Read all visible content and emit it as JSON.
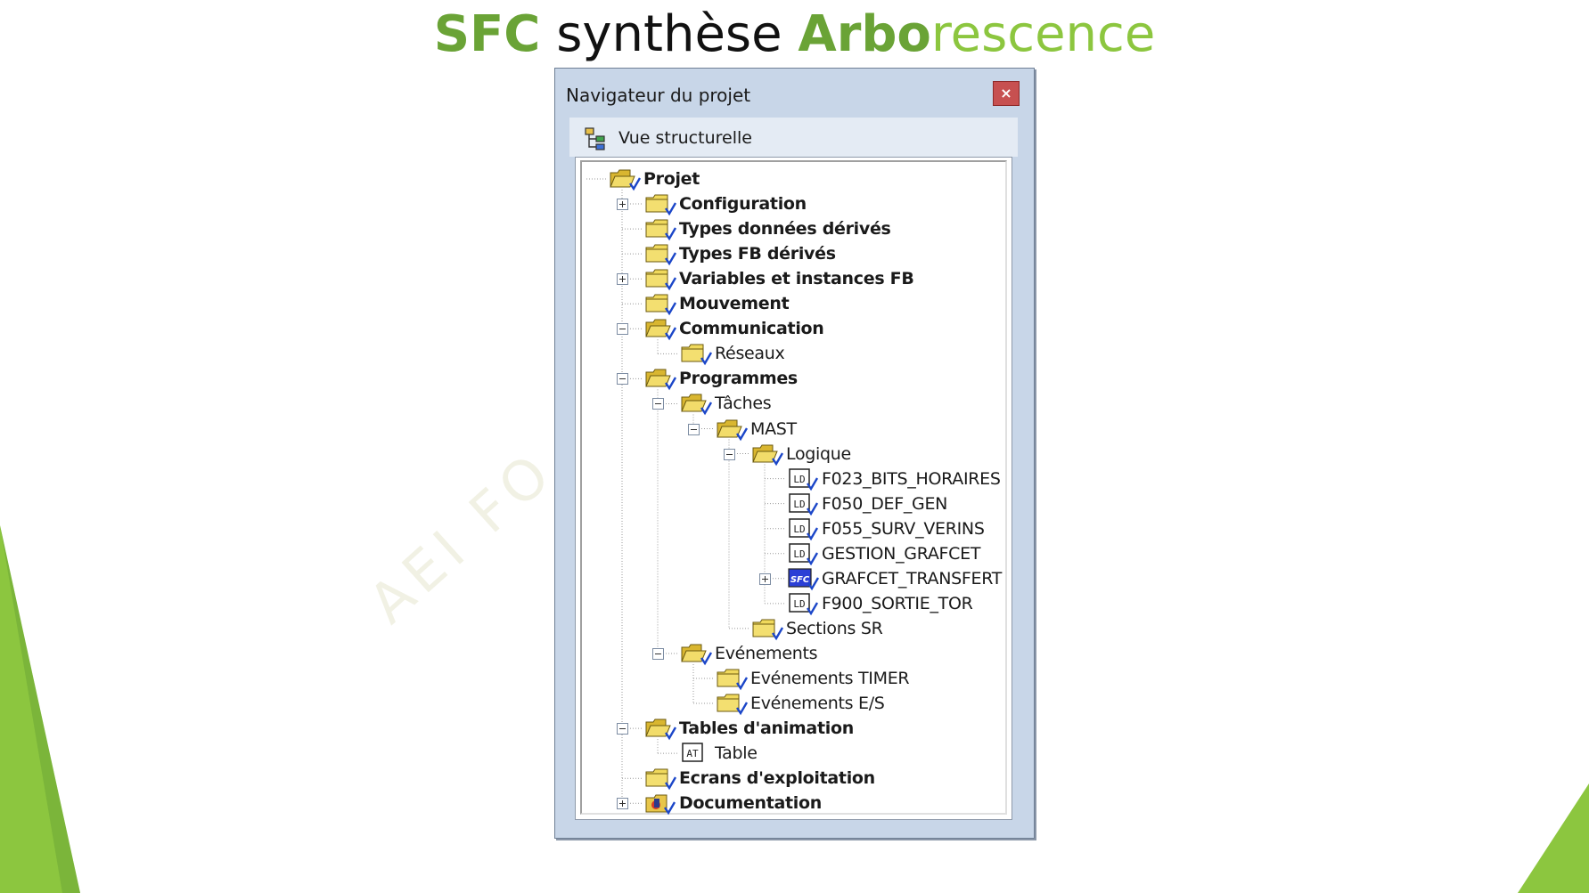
{
  "slide": {
    "title_part1": "SFC",
    "title_part2": " synthèse ",
    "title_part3": "Arbo",
    "title_part4": "rescence",
    "watermark": "AEI FO"
  },
  "window": {
    "title": "Navigateur du projet",
    "close_label": "×",
    "view_label": "Vue structurelle"
  },
  "tree": [
    {
      "label": "Projet",
      "bold": true,
      "icon": "folder-open-icon"
    },
    {
      "label": "Configuration",
      "bold": true,
      "icon": "folder-icon",
      "expander": "plus"
    },
    {
      "label": "Types données dérivés",
      "bold": true,
      "icon": "folder-icon"
    },
    {
      "label": "Types FB dérivés",
      "bold": true,
      "icon": "folder-icon"
    },
    {
      "label": "Variables et instances FB",
      "bold": true,
      "icon": "folder-icon",
      "expander": "plus"
    },
    {
      "label": "Mouvement",
      "bold": true,
      "icon": "folder-icon"
    },
    {
      "label": "Communication",
      "bold": true,
      "icon": "folder-open-icon",
      "expander": "minus"
    },
    {
      "label": "Réseaux",
      "bold": false,
      "icon": "folder-icon"
    },
    {
      "label": "Programmes",
      "bold": true,
      "icon": "folder-open-icon",
      "expander": "minus"
    },
    {
      "label": "Tâches",
      "bold": false,
      "icon": "folder-open-icon",
      "expander": "minus"
    },
    {
      "label": "MAST",
      "bold": false,
      "icon": "folder-open-icon",
      "expander": "minus"
    },
    {
      "label": "Logique",
      "bold": false,
      "icon": "folder-open-icon",
      "expander": "minus"
    },
    {
      "label": "F023_BITS_HORAIRES",
      "bold": false,
      "icon": "ld-section-icon"
    },
    {
      "label": "F050_DEF_GEN",
      "bold": false,
      "icon": "ld-section-icon"
    },
    {
      "label": "F055_SURV_VERINS",
      "bold": false,
      "icon": "ld-section-icon"
    },
    {
      "label": "GESTION_GRAFCET",
      "bold": false,
      "icon": "ld-section-icon"
    },
    {
      "label": "GRAFCET_TRANSFERT",
      "bold": false,
      "icon": "sfc-section-icon",
      "icon_text": "SFC",
      "expander": "plus"
    },
    {
      "label": "F900_SORTIE_TOR",
      "bold": false,
      "icon": "ld-section-icon"
    },
    {
      "label": "Sections SR",
      "bold": false,
      "icon": "folder-icon"
    },
    {
      "label": "Evénements",
      "bold": false,
      "icon": "folder-open-icon",
      "expander": "minus"
    },
    {
      "label": "Evénements TIMER",
      "bold": false,
      "icon": "folder-icon"
    },
    {
      "label": "Evénements E/S",
      "bold": false,
      "icon": "folder-icon"
    },
    {
      "label": "Tables d'animation",
      "bold": true,
      "icon": "folder-open-icon",
      "expander": "minus"
    },
    {
      "label": "Table",
      "bold": false,
      "icon": "animation-table-icon",
      "icon_text": "AT"
    },
    {
      "label": "Ecrans d'exploitation",
      "bold": true,
      "icon": "folder-icon"
    },
    {
      "label": "Documentation",
      "bold": true,
      "icon": "documentation-icon",
      "expander": "plus"
    }
  ],
  "colors": {
    "accent_green": "#6aa336",
    "light_green": "#8cc63f",
    "window_frame": "#c8d6e8",
    "close_red": "#c75050",
    "sfc_blue": "#2b3fd6"
  }
}
